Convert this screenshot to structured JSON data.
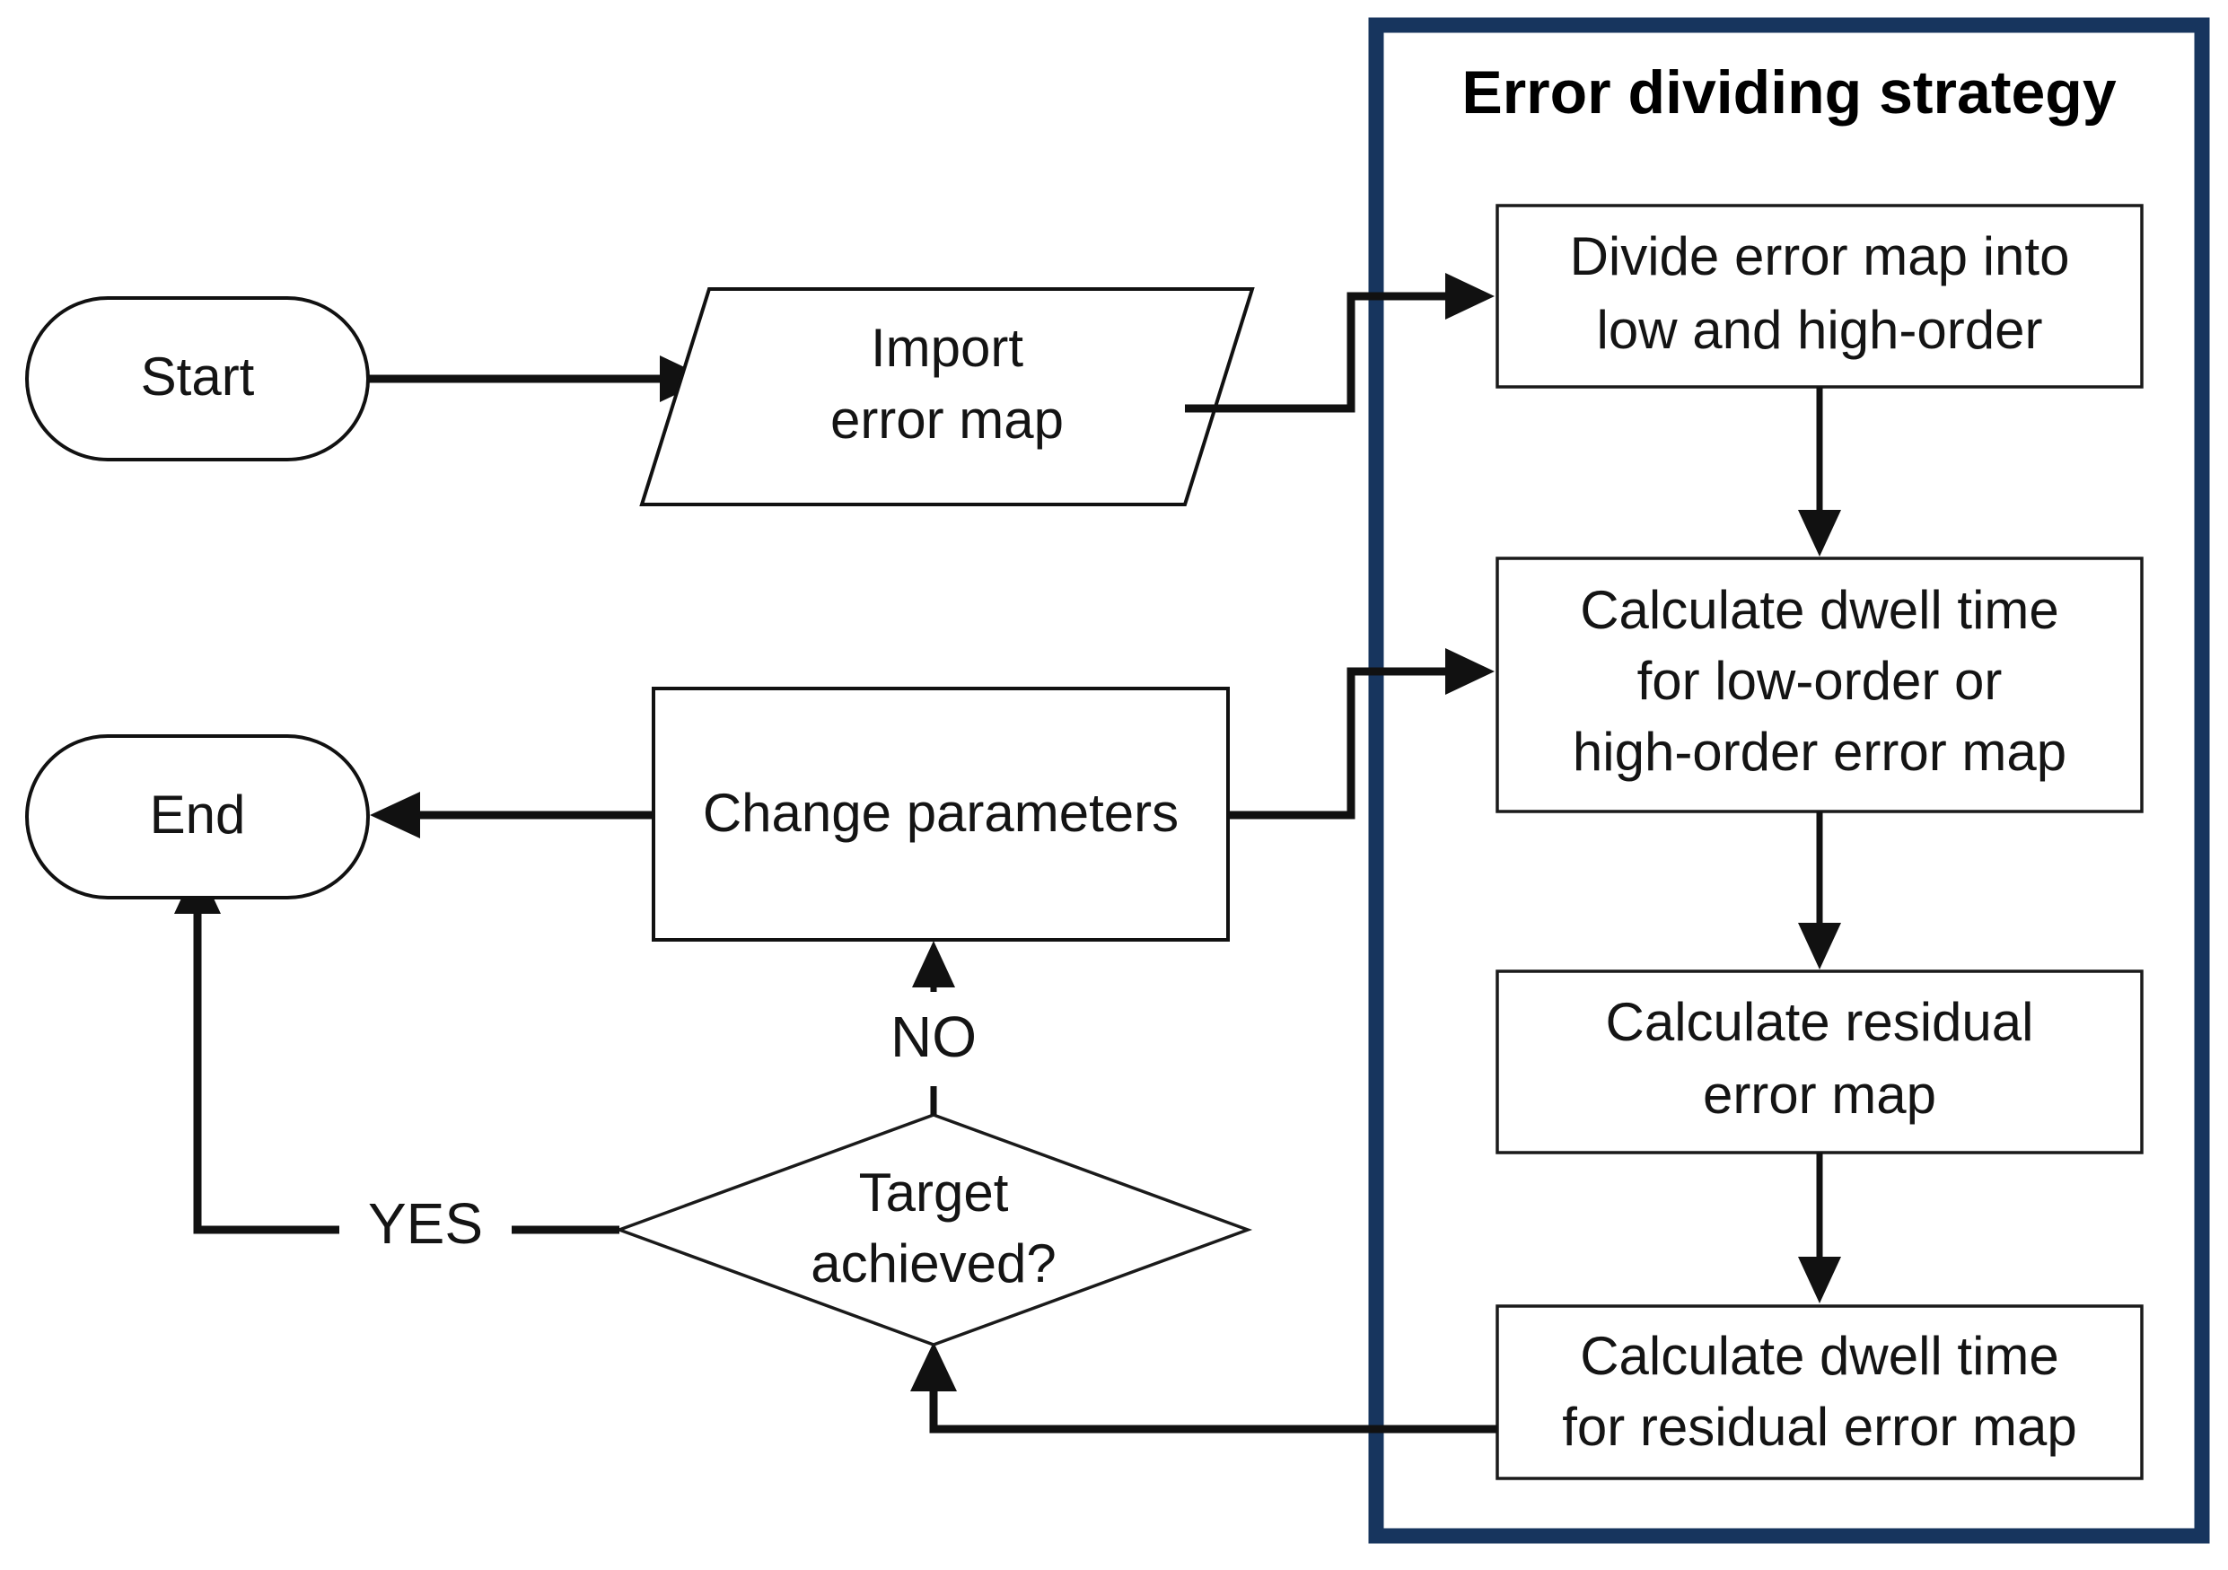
{
  "diagram": {
    "title_group": "Error dividing strategy",
    "nodes": {
      "start": {
        "label": "Start",
        "shape": "stadium"
      },
      "import": {
        "label_line1": "Import",
        "label_line2": "error map",
        "shape": "parallelogram"
      },
      "divide": {
        "label_line1": "Divide error map into",
        "label_line2": "low and high-order",
        "shape": "rectangle"
      },
      "dwell_lowhigh": {
        "label_line1": "Calculate dwell time",
        "label_line2": "for low-order or",
        "label_line3": "high-order error map",
        "shape": "rectangle"
      },
      "residual": {
        "label_line1": "Calculate residual",
        "label_line2": "error map",
        "shape": "rectangle"
      },
      "dwell_residual": {
        "label_line1": "Calculate dwell time",
        "label_line2": "for residual error map",
        "shape": "rectangle"
      },
      "decision": {
        "label_line1": "Target",
        "label_line2": "achieved?",
        "shape": "diamond"
      },
      "change_params": {
        "label": "Change parameters",
        "shape": "rectangle"
      },
      "end": {
        "label": "End",
        "shape": "stadium"
      }
    },
    "edge_labels": {
      "yes": "YES",
      "no": "NO"
    },
    "colors": {
      "group_border": "#17355e",
      "node_stroke": "#111111",
      "background": "#ffffff",
      "text": "#141414"
    }
  }
}
